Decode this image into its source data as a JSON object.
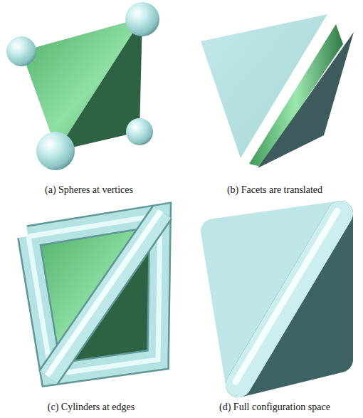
{
  "diagram": {
    "labels": [
      "(a) Spheres at vertices",
      "(b) Facets are translated",
      "(c) Cylinders at edges",
      "(d) Full configuration space"
    ]
  }
}
